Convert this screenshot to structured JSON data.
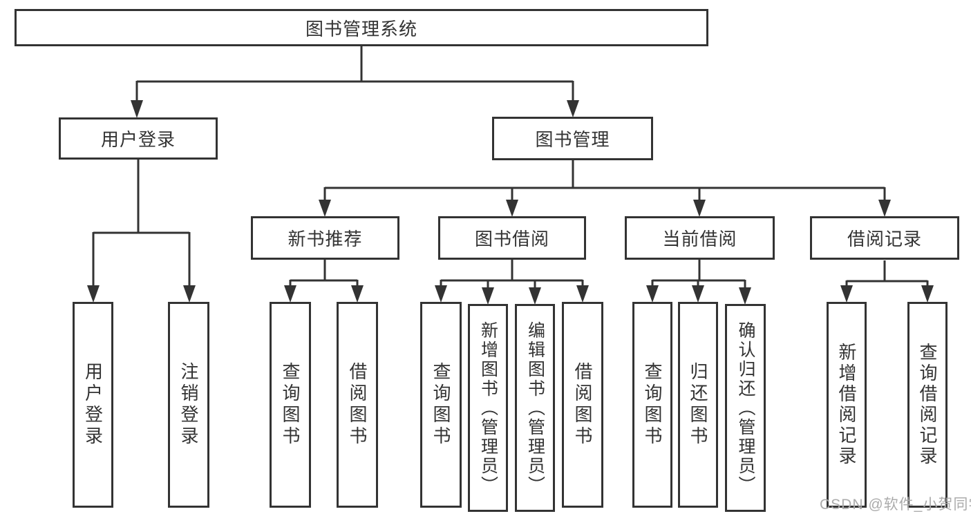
{
  "diagram": {
    "root_label": "图书管理系统",
    "level2": {
      "user_login": "用户登录",
      "book_management": "图书管理"
    },
    "user_login_children": [
      "用户登录",
      "注销登录"
    ],
    "sections": [
      {
        "label": "新书推荐",
        "children": [
          "查询图书",
          "借阅图书"
        ]
      },
      {
        "label": "图书借阅",
        "children": [
          "查询图书",
          "新增图书（管理员）",
          "编辑图书（管理员）",
          "借阅图书"
        ]
      },
      {
        "label": "当前借阅",
        "children": [
          "查询图书",
          "归还图书",
          "确认归还（管理员）"
        ]
      },
      {
        "label": "借阅记录",
        "children": [
          "新增借阅记录",
          "查询借阅记录"
        ]
      }
    ]
  },
  "watermark": "CSDN @软件_小贺同学",
  "colors": {
    "line": "#333333",
    "text": "#333333",
    "watermark": "#ababab",
    "background": "#ffffff"
  }
}
